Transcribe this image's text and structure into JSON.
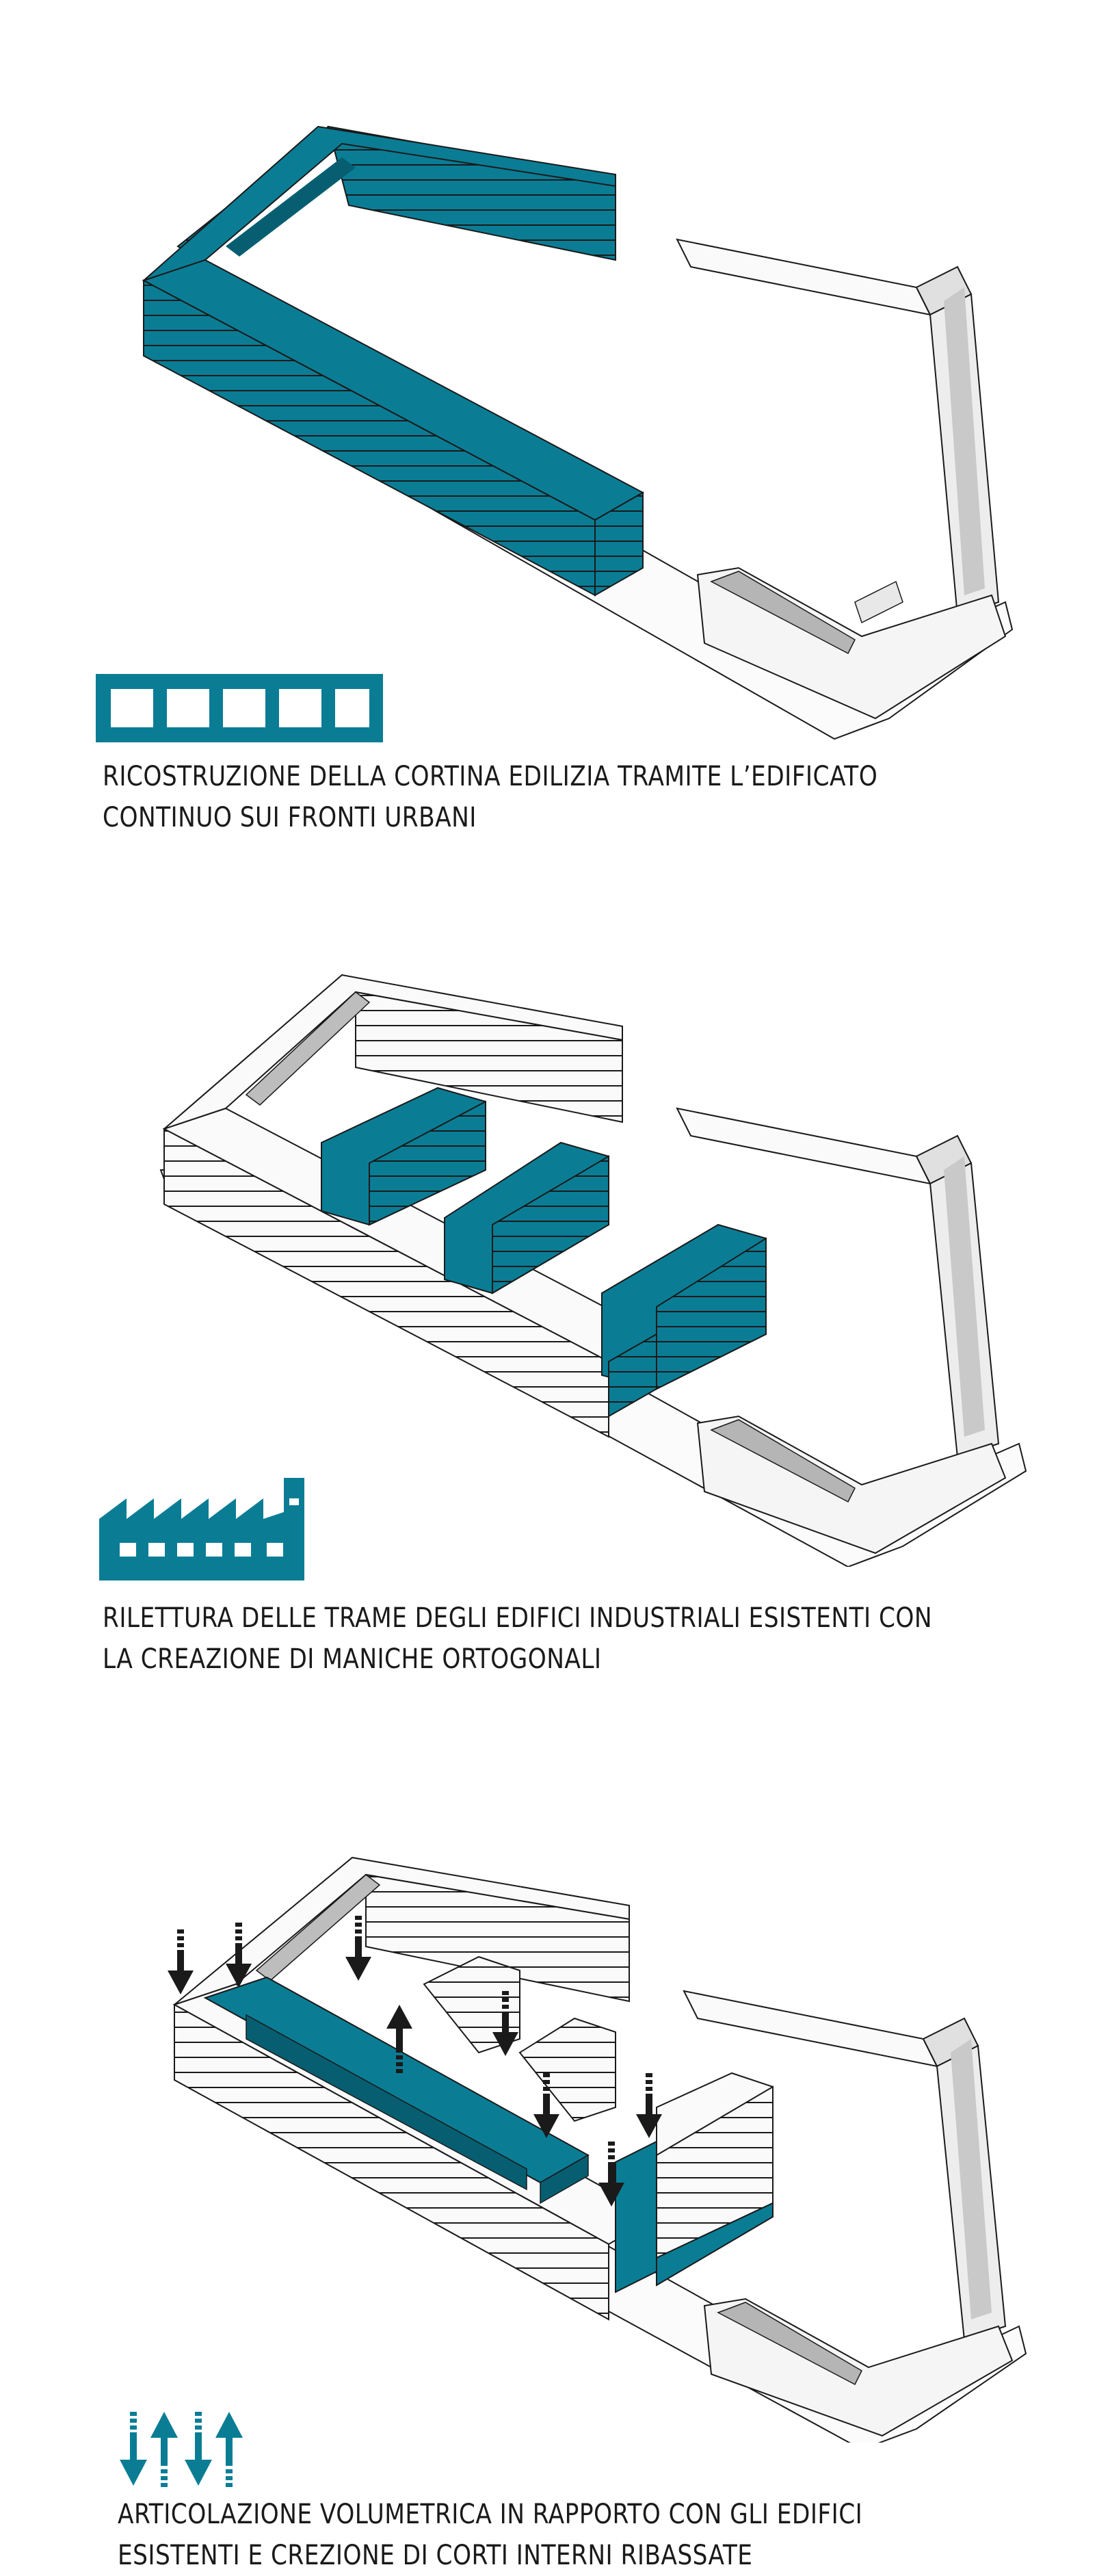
{
  "colors": {
    "accent": "#0a7d95",
    "accent_dark": "#075e71",
    "outline": "#1a1a1a",
    "existing_fill": "#f7f7f7",
    "existing_shade": "#b5b5b5"
  },
  "steps": [
    {
      "icon": "frame-icon",
      "caption_line1": "RICOSTRUZIONE DELLA CORTINA EDILIZIA  TRAMITE L’EDIFICATO",
      "caption_line2": "CONTINUO SUI FRONTI URBANI"
    },
    {
      "icon": "factory-icon",
      "caption_line1": "RILETTURA DELLE TRAME DEGLI EDIFICI INDUSTRIALI ESISTENTI CON",
      "caption_line2": "LA CREAZIONE DI MANICHE ORTOGONALI"
    },
    {
      "icon": "up-down-arrows-icon",
      "caption_line1": "ARTICOLAZIONE VOLUMETRICA IN RAPPORTO CON GLI EDIFICI",
      "caption_line2": "ESISTENTI E CREZIONE DI CORTI INTERNI RIBASSATE"
    }
  ]
}
